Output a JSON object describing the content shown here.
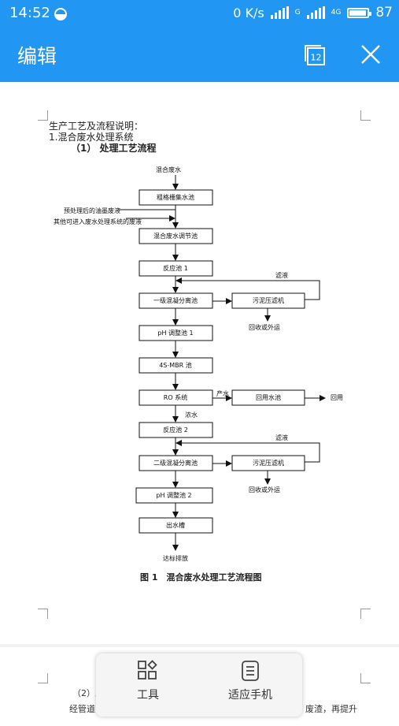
{
  "status_bar": {
    "time": "14:52",
    "net_speed": "0 K/s",
    "signal1_label": "G",
    "signal2_label": "4G",
    "battery_level": "87",
    "battery_fraction": 0.87
  },
  "toolbar": {
    "title": "编辑",
    "page_count": "12"
  },
  "document": {
    "heading": "生产工艺及流程说明：",
    "section": "1.混合废水处理系统",
    "subsection": "（1） 处理工艺流程",
    "flow": {
      "input": "混合废水",
      "box1": "粗格栅集水池",
      "side_input1": "预处理后的油墨废液",
      "side_input2": "其他可进入废水处理系统的废液",
      "box2": "混合废水调节池",
      "box3": "反应池 1",
      "filtrate1": "滤液",
      "box4": "一级混凝分离池",
      "filter1": "污泥压滤机",
      "disposal1": "回收或外运",
      "box5": "pH 调整池 1",
      "box6": "4S-MBR 池",
      "box7": "RO 系统",
      "product_water": "产水",
      "reuse_pool": "回用水池",
      "reuse": "回用",
      "concentrate": "浓水",
      "box8": "反应池 2",
      "filtrate2": "滤液",
      "box9": "二级混凝分离池",
      "filter2": "污泥压滤机",
      "disposal2": "回收或外运",
      "box10": "pH 调整池 2",
      "box11": "出水槽",
      "output": "达标排放"
    },
    "caption": "图 1　混合废水处理工艺流程图",
    "page2_line1_left": "（2）工",
    "page2_line2_left": "经管道",
    "page2_line2_right": "废渣，再提升"
  },
  "popup": {
    "tools_label": "工具",
    "fit_label": "适应手机"
  }
}
